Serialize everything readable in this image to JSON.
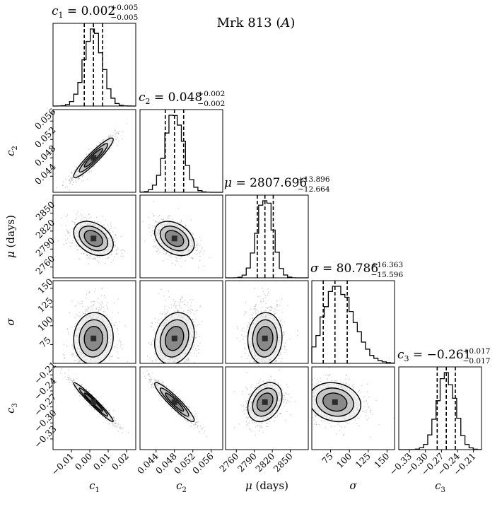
{
  "figure": {
    "title_main": "Mrk 813 (",
    "title_italic": "A",
    "title_close": ")"
  },
  "chart_data": {
    "type": "corner",
    "parameters": [
      {
        "symbol": "c",
        "subscript": "1",
        "axis_label": "c1",
        "median": 0.002,
        "plus": 0.005,
        "minus": 0.005,
        "title_value": "= 0.002",
        "title_plus": "+0.005",
        "title_minus": "−0.005",
        "range": [
          -0.02,
          0.025
        ],
        "ticks": [
          -0.01,
          0.0,
          0.01,
          0.02
        ],
        "tick_labels": [
          "−0.01",
          "0.00",
          "0.01",
          "0.02"
        ],
        "quantiles": [
          -0.003,
          0.002,
          0.007
        ]
      },
      {
        "symbol": "c",
        "subscript": "2",
        "axis_label": "c2",
        "median": 0.048,
        "plus": 0.002,
        "minus": 0.002,
        "title_value": "= 0.048",
        "title_plus": "+0.002",
        "title_minus": "−0.002",
        "range": [
          0.0405,
          0.0585
        ],
        "ticks": [
          0.044,
          0.048,
          0.052,
          0.056
        ],
        "tick_labels": [
          "0.044",
          "0.048",
          "0.052",
          "0.056"
        ],
        "quantiles": [
          0.046,
          0.048,
          0.05
        ]
      },
      {
        "symbol": "μ",
        "subscript": "",
        "axis_label": "μ (days)",
        "median": 2807.696,
        "plus": 13.896,
        "minus": 12.664,
        "title_value": "= 2807.696",
        "title_plus": "+13.896",
        "title_minus": "−12.664",
        "range": [
          2742,
          2880
        ],
        "ticks": [
          2760,
          2790,
          2820,
          2850
        ],
        "tick_labels": [
          "2760",
          "2790",
          "2820",
          "2850"
        ],
        "quantiles": [
          2795,
          2807.7,
          2821.6
        ]
      },
      {
        "symbol": "σ",
        "subscript": "",
        "axis_label": "σ",
        "median": 80.786,
        "plus": 16.363,
        "minus": 15.596,
        "title_value": "= 80.786",
        "title_plus": "+16.363",
        "title_minus": "−15.596",
        "range": [
          50,
          160
        ],
        "ticks": [
          75,
          100,
          125,
          150
        ],
        "tick_labels": [
          "75",
          "100",
          "125",
          "150"
        ],
        "quantiles": [
          65.2,
          80.8,
          97.1
        ]
      },
      {
        "symbol": "c",
        "subscript": "3",
        "axis_label": "c3",
        "median": -0.261,
        "plus": 0.017,
        "minus": 0.017,
        "title_value": "= −0.261",
        "title_plus": "+0.017",
        "title_minus": "−0.017",
        "range": [
          -0.35,
          -0.195
        ],
        "ticks": [
          -0.33,
          -0.3,
          -0.27,
          -0.24,
          -0.21
        ],
        "tick_labels": [
          "−0.33",
          "−0.30",
          "−0.27",
          "−0.24",
          "−0.21"
        ],
        "quantiles": [
          -0.278,
          -0.261,
          -0.244
        ]
      }
    ],
    "pairs": [
      {
        "row": 1,
        "col": 0,
        "rho": 0.93
      },
      {
        "row": 2,
        "col": 0,
        "rho": -0.35
      },
      {
        "row": 2,
        "col": 1,
        "rho": -0.35
      },
      {
        "row": 3,
        "col": 0,
        "rho": 0.05
      },
      {
        "row": 3,
        "col": 1,
        "rho": 0.2
      },
      {
        "row": 3,
        "col": 2,
        "rho": 0.05
      },
      {
        "row": 4,
        "col": 0,
        "rho": -0.97
      },
      {
        "row": 4,
        "col": 1,
        "rho": -0.93
      },
      {
        "row": 4,
        "col": 2,
        "rho": 0.3
      },
      {
        "row": 4,
        "col": 3,
        "rho": -0.15
      }
    ],
    "colors": {
      "line": "#000000",
      "points": "#777777",
      "contour_fill": "#e8e8e8",
      "core": "#2b2b2b"
    }
  }
}
